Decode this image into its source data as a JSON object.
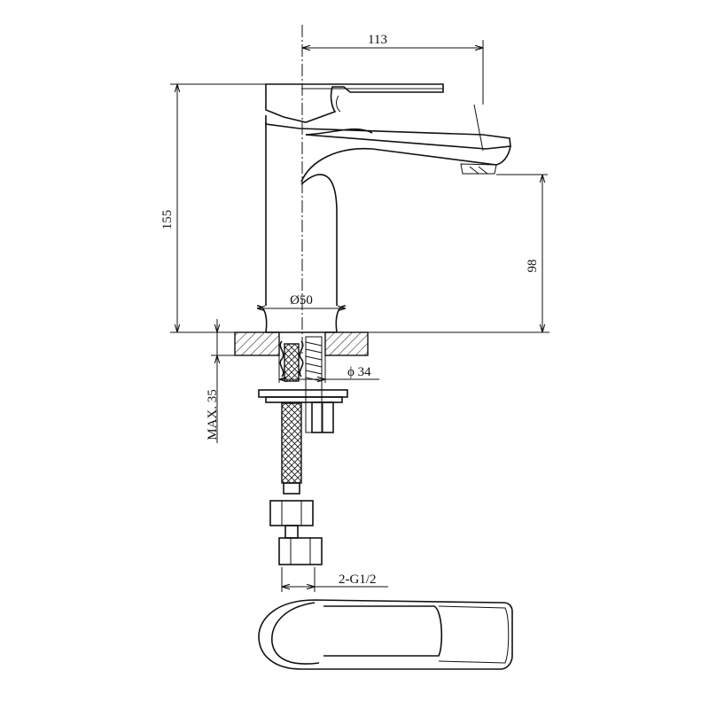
{
  "drawing": {
    "dimensions": {
      "spout_reach": "113",
      "total_height": "155",
      "spout_height": "98",
      "base_diameter": "Ø50",
      "hole_diameter": "ϕ 34",
      "max_deck_thickness": "MAX. 35",
      "hose_connection": "2-G1/2"
    }
  }
}
